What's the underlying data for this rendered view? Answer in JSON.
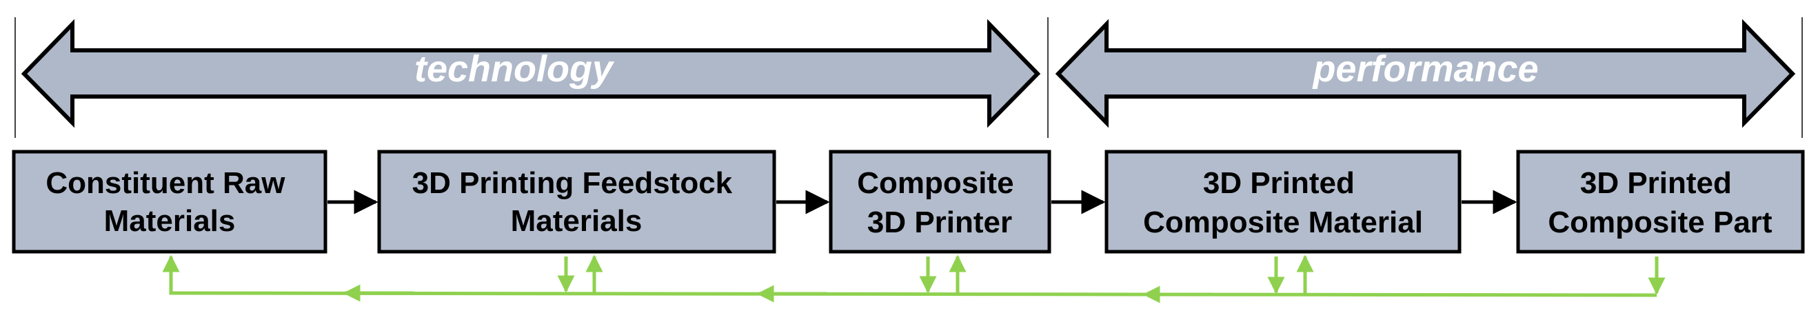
{
  "phases": [
    {
      "label": "technology"
    },
    {
      "label": "performance"
    }
  ],
  "boxes": [
    {
      "line1": "Constituent Raw",
      "line2": "Materials"
    },
    {
      "line1": "3D Printing Feedstock",
      "line2": "Materials"
    },
    {
      "line1": "Composite",
      "line2": "3D Printer"
    },
    {
      "line1": "3D Printed",
      "line2": "Composite Material"
    },
    {
      "line1": "3D Printed",
      "line2": "Composite Part"
    }
  ],
  "colors": {
    "phase_arrow_fill": "#aeb8c9",
    "box_fill": "#b3bccc",
    "outline": "#000000",
    "feedback": "#8fd14f"
  }
}
